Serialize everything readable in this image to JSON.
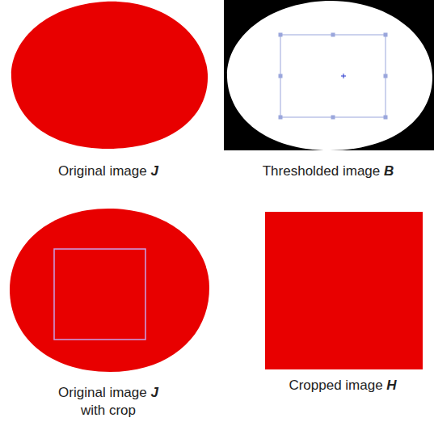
{
  "diagram": {
    "labels": [
      "Original image J",
      "Thresholded image B",
      "Original image J with crop",
      "Cropped image H"
    ]
  }
}
